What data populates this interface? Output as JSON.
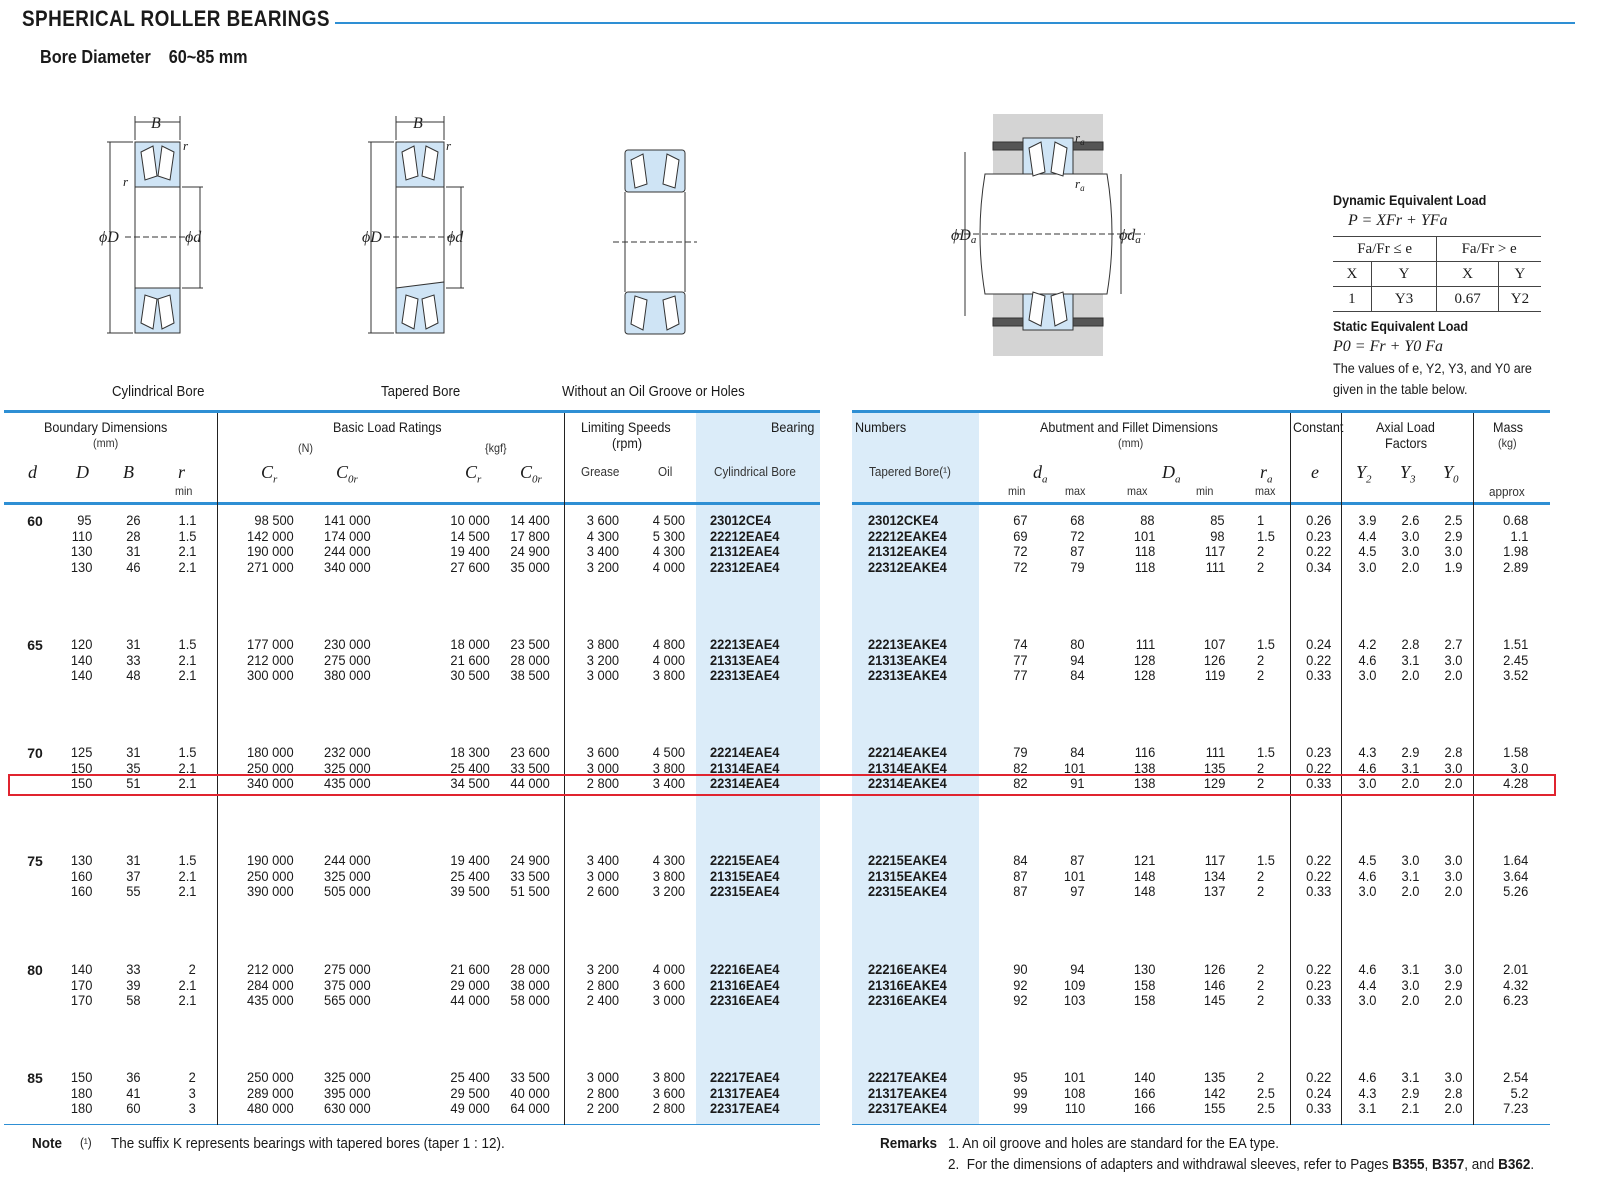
{
  "page": {
    "title": "SPHERICAL ROLLER BEARINGS",
    "subtitle_label": "Bore Diameter",
    "subtitle_range": "60~85 mm"
  },
  "figures": {
    "cylindrical_caption": "Cylindrical Bore",
    "tapered_caption": "Tapered Bore",
    "nogroove_caption": "Without an Oil Groove or Holes",
    "labels": {
      "B": "B",
      "r": "r",
      "phiD": "ϕD",
      "phid": "ϕd",
      "phiDa": "ϕD",
      "phida": "ϕd",
      "a": "a",
      "ra": "r"
    }
  },
  "load_info": {
    "dynamic_title": "Dynamic Equivalent Load",
    "dynamic_formula": "P = XFr + YFa",
    "table_head": [
      "Fa/Fr ≤ e",
      "Fa/Fr > e"
    ],
    "table_sub": [
      "X",
      "Y",
      "X",
      "Y"
    ],
    "table_vals": [
      "1",
      "Y3",
      "0.67",
      "Y2"
    ],
    "static_title": "Static Equivalent Load",
    "static_formula": "P0 = Fr + Y0 Fa",
    "static_note_1": "The values of e, Y2, Y3, and Y0 are",
    "static_note_2": "given in the table below."
  },
  "headers": {
    "boundary": "Boundary Dimensions",
    "boundary_unit": "(mm)",
    "basic": "Basic Load Ratings",
    "unit_N": "(N)",
    "unit_kgf": "{kgf}",
    "limiting": "Limiting Speeds",
    "limiting_unit": "(rpm)",
    "bearing": "Bearing",
    "numbers": "Numbers",
    "abutment": "Abutment and Fillet Dimensions",
    "abutment_unit": "(mm)",
    "constant": "Constant",
    "axial": "Axial Load",
    "axial2": "Factors",
    "mass": "Mass",
    "mass_unit": "(kg)",
    "d": "d",
    "D": "D",
    "B": "B",
    "r": "r",
    "r_min": "min",
    "Cr": "C",
    "C0r": "C",
    "grease": "Grease",
    "oil": "Oil",
    "cyl_bore": "Cylindrical Bore",
    "tap_bore": "Tapered Bore(¹)",
    "da": "d",
    "Da": "D",
    "ra": "r",
    "min": "min",
    "max": "max",
    "e": "e",
    "Y2": "Y",
    "Y3": "Y",
    "Y0": "Y",
    "approx": "approx"
  },
  "groups": [
    {
      "d": "60",
      "rows": [
        [
          "95",
          "26",
          "1.1",
          "98 500",
          "141 000",
          "10 000",
          "14 400",
          "3 600",
          "4 500",
          "23012CE4",
          "23012CKE4",
          "67",
          "68",
          "88",
          "85",
          "1",
          "0.26",
          "3.9",
          "2.6",
          "2.5",
          "0.68"
        ],
        [
          "110",
          "28",
          "1.5",
          "142 000",
          "174 000",
          "14 500",
          "17 800",
          "4 300",
          "5 300",
          "22212EAE4",
          "22212EAKE4",
          "69",
          "72",
          "101",
          "98",
          "1.5",
          "0.23",
          "4.4",
          "3.0",
          "2.9",
          "1.1"
        ],
        [
          "130",
          "31",
          "2.1",
          "190 000",
          "244 000",
          "19 400",
          "24 900",
          "3 400",
          "4 300",
          "21312EAE4",
          "21312EAKE4",
          "72",
          "87",
          "118",
          "117",
          "2",
          "0.22",
          "4.5",
          "3.0",
          "3.0",
          "1.98"
        ],
        [
          "130",
          "46",
          "2.1",
          "271 000",
          "340 000",
          "27 600",
          "35 000",
          "3 200",
          "4 000",
          "22312EAE4",
          "22312EAKE4",
          "72",
          "79",
          "118",
          "111",
          "2",
          "0.34",
          "3.0",
          "2.0",
          "1.9",
          "2.89"
        ]
      ]
    },
    {
      "d": "65",
      "rows": [
        [
          "120",
          "31",
          "1.5",
          "177 000",
          "230 000",
          "18 000",
          "23 500",
          "3 800",
          "4 800",
          "22213EAE4",
          "22213EAKE4",
          "74",
          "80",
          "111",
          "107",
          "1.5",
          "0.24",
          "4.2",
          "2.8",
          "2.7",
          "1.51"
        ],
        [
          "140",
          "33",
          "2.1",
          "212 000",
          "275 000",
          "21 600",
          "28 000",
          "3 200",
          "4 000",
          "21313EAE4",
          "21313EAKE4",
          "77",
          "94",
          "128",
          "126",
          "2",
          "0.22",
          "4.6",
          "3.1",
          "3.0",
          "2.45"
        ],
        [
          "140",
          "48",
          "2.1",
          "300 000",
          "380 000",
          "30 500",
          "38 500",
          "3 000",
          "3 800",
          "22313EAE4",
          "22313EAKE4",
          "77",
          "84",
          "128",
          "119",
          "2",
          "0.33",
          "3.0",
          "2.0",
          "2.0",
          "3.52"
        ]
      ]
    },
    {
      "d": "70",
      "rows": [
        [
          "125",
          "31",
          "1.5",
          "180 000",
          "232 000",
          "18 300",
          "23 600",
          "3 600",
          "4 500",
          "22214EAE4",
          "22214EAKE4",
          "79",
          "84",
          "116",
          "111",
          "1.5",
          "0.23",
          "4.3",
          "2.9",
          "2.8",
          "1.58"
        ],
        [
          "150",
          "35",
          "2.1",
          "250 000",
          "325 000",
          "25 400",
          "33 500",
          "3 000",
          "3 800",
          "21314EAE4",
          "21314EAKE4",
          "82",
          "101",
          "138",
          "135",
          "2",
          "0.22",
          "4.6",
          "3.1",
          "3.0",
          "3.0"
        ],
        [
          "150",
          "51",
          "2.1",
          "340 000",
          "435 000",
          "34 500",
          "44 000",
          "2 800",
          "3 400",
          "22314EAE4",
          "22314EAKE4",
          "82",
          "91",
          "138",
          "129",
          "2",
          "0.33",
          "3.0",
          "2.0",
          "2.0",
          "4.28"
        ]
      ]
    },
    {
      "d": "75",
      "rows": [
        [
          "130",
          "31",
          "1.5",
          "190 000",
          "244 000",
          "19 400",
          "24 900",
          "3 400",
          "4 300",
          "22215EAE4",
          "22215EAKE4",
          "84",
          "87",
          "121",
          "117",
          "1.5",
          "0.22",
          "4.5",
          "3.0",
          "3.0",
          "1.64"
        ],
        [
          "160",
          "37",
          "2.1",
          "250 000",
          "325 000",
          "25 400",
          "33 500",
          "3 000",
          "3 800",
          "21315EAE4",
          "21315EAKE4",
          "87",
          "101",
          "148",
          "134",
          "2",
          "0.22",
          "4.6",
          "3.1",
          "3.0",
          "3.64"
        ],
        [
          "160",
          "55",
          "2.1",
          "390 000",
          "505 000",
          "39 500",
          "51 500",
          "2 600",
          "3 200",
          "22315EAE4",
          "22315EAKE4",
          "87",
          "97",
          "148",
          "137",
          "2",
          "0.33",
          "3.0",
          "2.0",
          "2.0",
          "5.26"
        ]
      ]
    },
    {
      "d": "80",
      "rows": [
        [
          "140",
          "33",
          "2",
          "212 000",
          "275 000",
          "21 600",
          "28 000",
          "3 200",
          "4 000",
          "22216EAE4",
          "22216EAKE4",
          "90",
          "94",
          "130",
          "126",
          "2",
          "0.22",
          "4.6",
          "3.1",
          "3.0",
          "2.01"
        ],
        [
          "170",
          "39",
          "2.1",
          "284 000",
          "375 000",
          "29 000",
          "38 000",
          "2 800",
          "3 600",
          "21316EAE4",
          "21316EAKE4",
          "92",
          "109",
          "158",
          "146",
          "2",
          "0.23",
          "4.4",
          "3.0",
          "2.9",
          "4.32"
        ],
        [
          "170",
          "58",
          "2.1",
          "435 000",
          "565 000",
          "44 000",
          "58 000",
          "2 400",
          "3 000",
          "22316EAE4",
          "22316EAKE4",
          "92",
          "103",
          "158",
          "145",
          "2",
          "0.33",
          "3.0",
          "2.0",
          "2.0",
          "6.23"
        ]
      ]
    },
    {
      "d": "85",
      "rows": [
        [
          "150",
          "36",
          "2",
          "250 000",
          "325 000",
          "25 400",
          "33 500",
          "3 000",
          "3 800",
          "22217EAE4",
          "22217EAKE4",
          "95",
          "101",
          "140",
          "135",
          "2",
          "0.22",
          "4.6",
          "3.1",
          "3.0",
          "2.54"
        ],
        [
          "180",
          "41",
          "3",
          "289 000",
          "395 000",
          "29 500",
          "40 000",
          "2 800",
          "3 600",
          "21317EAE4",
          "21317EAKE4",
          "99",
          "108",
          "166",
          "142",
          "2.5",
          "0.24",
          "4.3",
          "2.9",
          "2.8",
          "5.2"
        ],
        [
          "180",
          "60",
          "3",
          "480 000",
          "630 000",
          "49 000",
          "64 000",
          "2 200",
          "2 800",
          "22317EAE4",
          "22317EAKE4",
          "99",
          "110",
          "166",
          "155",
          "2.5",
          "0.33",
          "3.1",
          "2.1",
          "2.0",
          "7.23"
        ]
      ]
    }
  ],
  "notes": {
    "note_label": "Note",
    "note_mark": "(¹)",
    "note_text": "The suffix K represents bearings with tapered bores (taper 1 : 12).",
    "remarks_label": "Remarks",
    "remark1": "1.  An oil groove and holes are standard for the EA type.",
    "remark2_prefix": "2.  For the dimensions of adapters and withdrawal sleeves, refer to Pages ",
    "remark2_p1": "B355",
    "remark2_sep1": ", ",
    "remark2_p2": "B357",
    "remark2_sep2": ", and ",
    "remark2_p3": "B362",
    "remark2_end": "."
  },
  "colors": {
    "accent": "#2e8fd4",
    "band": "#dbecf9",
    "highlight": "#e0242f"
  }
}
